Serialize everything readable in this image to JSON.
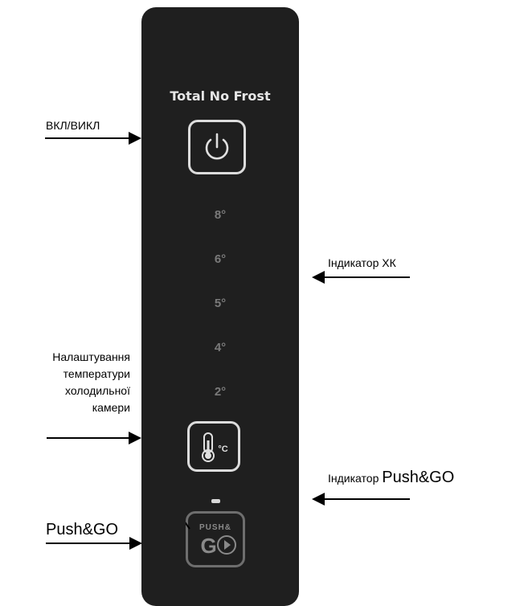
{
  "panel": {
    "brand": "Total No Frost",
    "temperatures": [
      "8°",
      "6°",
      "5°",
      "4°",
      "2°"
    ],
    "temp_button_unit": "°C",
    "push_button_top": "PUSH&",
    "push_button_bottom": "GO"
  },
  "annotations": {
    "power": "ВКЛ/ВИКЛ",
    "fridge_indicator": "Індикатор ХК",
    "temp_setting": [
      "Налаштування",
      "температури",
      "холодильної",
      "камери"
    ],
    "push_indicator_prefix": "Індикатор ",
    "push_indicator_name": "Push&GO",
    "push_button": "Push&GO"
  },
  "colors": {
    "panel": "#1f1f1f",
    "button_border": "#dcdcdc",
    "temp_text": "#7a7a7a"
  }
}
